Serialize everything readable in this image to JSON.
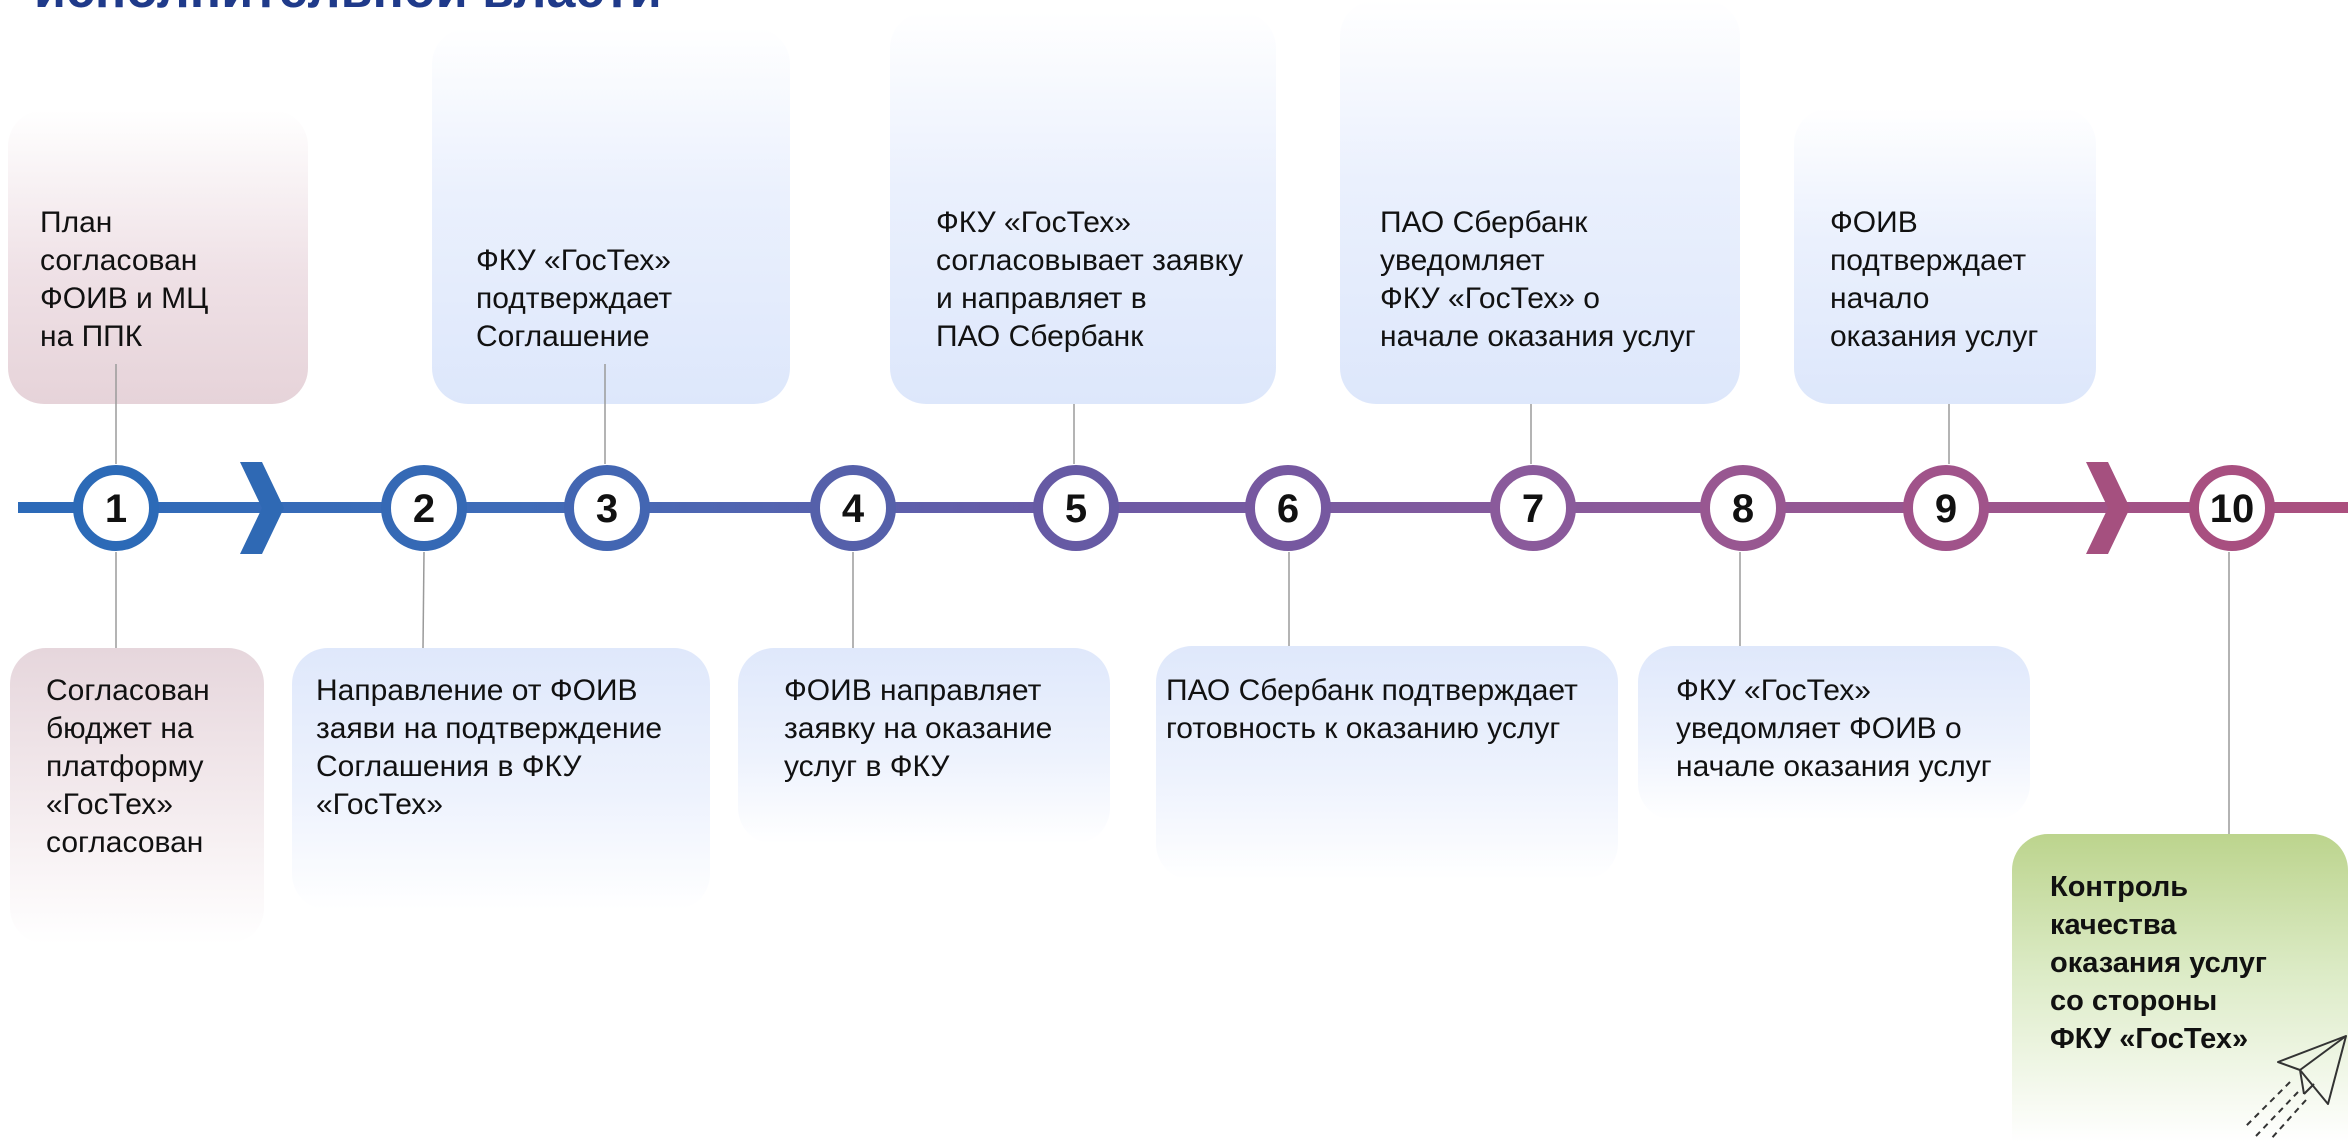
{
  "title": "исполнительной власти",
  "steps": [
    "1",
    "2",
    "3",
    "4",
    "5",
    "6",
    "7",
    "8",
    "9",
    "10"
  ],
  "top_boxes": {
    "b1": "План\nсогласован\nФОИВ и МЦ\nна ППК",
    "b3": "ФКУ «ГосТех»\nподтверждает\nСоглашение",
    "b5": "ФКУ «ГосТех»\nсогласовывает заявку\nи направляет в\nПАО Сбербанк",
    "b7": "ПАО Сбербанк\nуведомляет\nФКУ «ГосТех»  о\nначале оказания  услуг",
    "b9": "ФОИВ\nподтверждает\nначало\nоказания  услуг"
  },
  "bottom_boxes": {
    "b1": "Согласован\nбюджет на\nплатформу\n«ГосТех»\nсогласован",
    "b2": "Направление от ФОИВ\nзаяви на подтверждение\nСоглашения в ФКУ\n«ГосТех»",
    "b4": "ФОИВ направляет\nзаявку на оказание\nуслуг в ФКУ",
    "b6": "ПАО Сбербанк подтверждает\nготовность к  оказанию услуг",
    "b8": "ФКУ «ГосТех»\nуведомляет  ФОИВ о\nначале оказания услуг"
  },
  "final_box": "Контроль\nкачества\nоказания услуг\nсо  стороны\nФКУ «ГосТех»",
  "icons": {
    "rocket": "paper-rocket-icon"
  },
  "colors": {
    "start": "#2b6ab8",
    "mid": "#6a5aa6",
    "end": "#a8507f",
    "title": "#1f3a8a"
  }
}
